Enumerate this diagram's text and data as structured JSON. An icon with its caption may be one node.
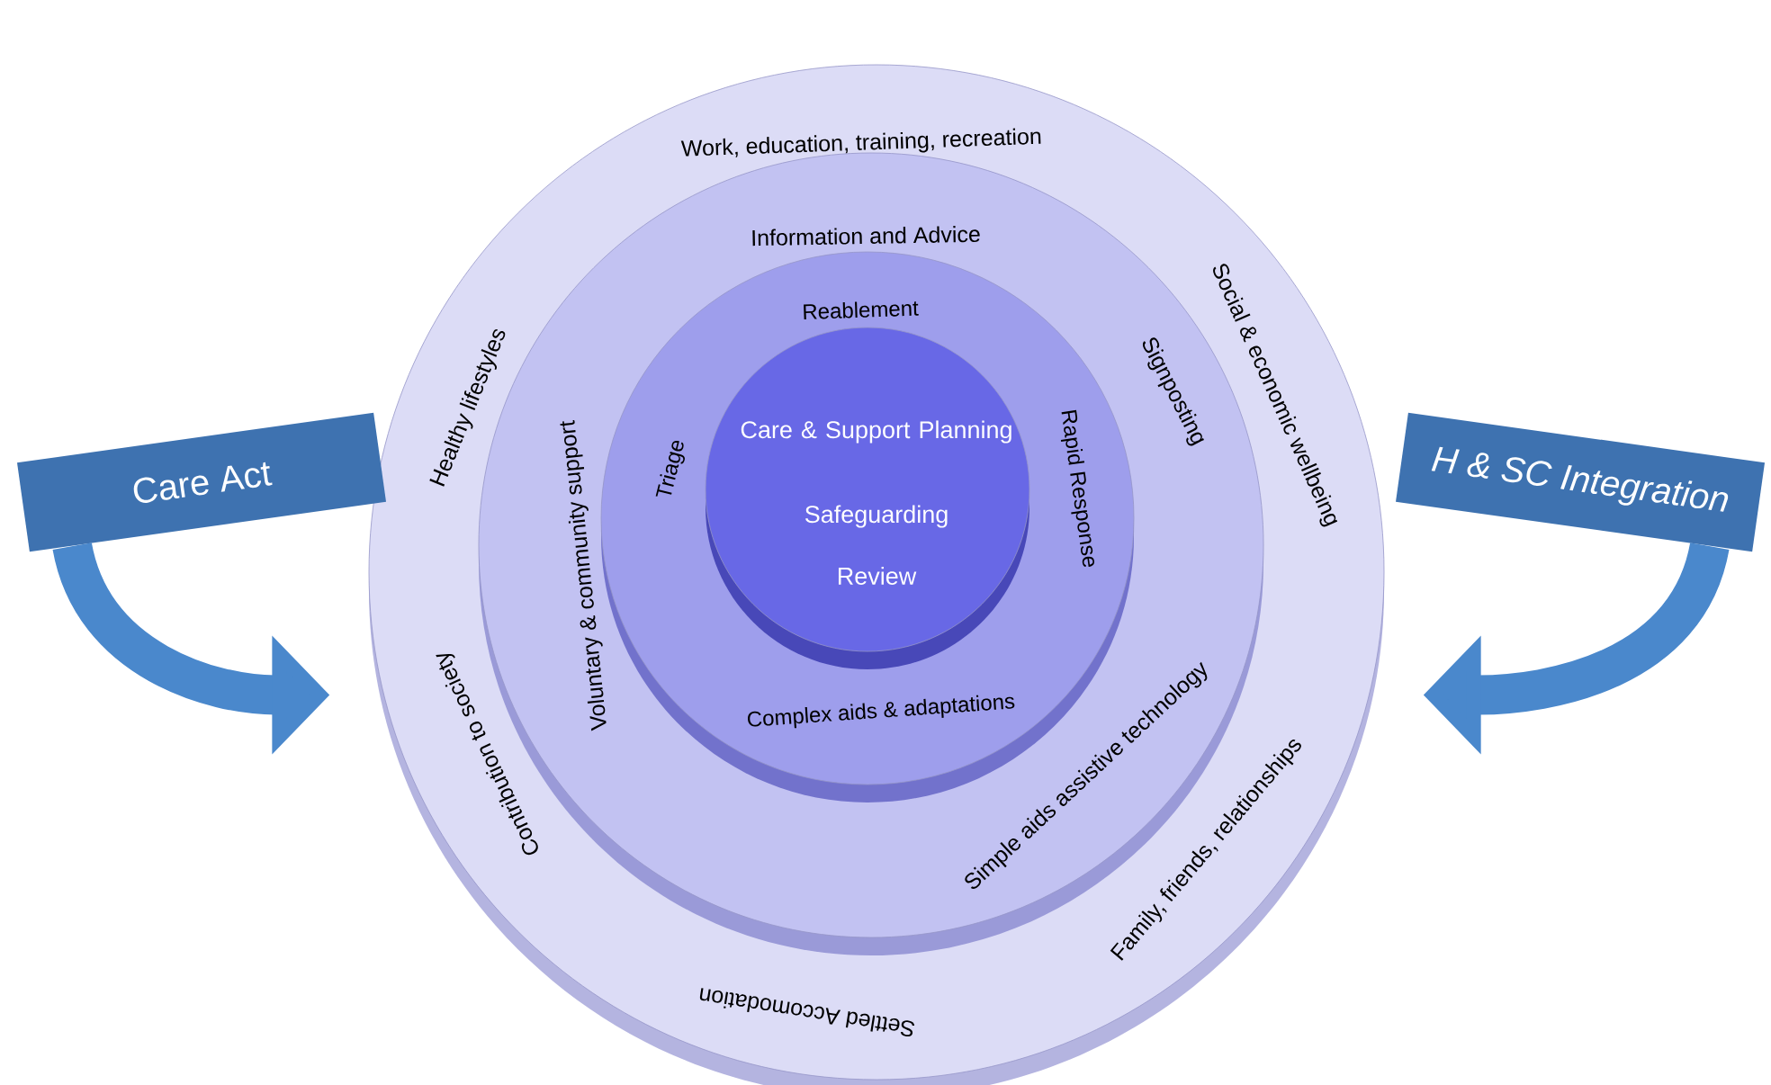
{
  "diagram": {
    "nodes": [
      {
        "text": [
          "Work, education, training, recreation",
          "Social & economic wellbeing",
          "Family, friends, relationships",
          "Settled Accomodation",
          "Contribution to society",
          "Healthy lifestyles"
        ]
      },
      {
        "text": [
          "Information and Advice",
          "Signposting",
          "Simple aids assistive technology",
          "Voluntary & community support"
        ],
        "in": 0
      },
      {
        "text": [
          "Reablement",
          "Rapid Response",
          "Complex aids & adaptations",
          "Triage"
        ],
        "in": 1
      },
      {
        "text": [
          "Care & Support Planning",
          "Safeguarding",
          "Review"
        ],
        "in": 2
      },
      {
        "text": [
          "Care Act"
        ]
      },
      {
        "text": [
          "H & SC Integration"
        ]
      }
    ],
    "edges": [
      {
        "from": 4,
        "to": 0,
        "arrow": "to"
      },
      {
        "from": 5,
        "to": 0,
        "arrow": "to"
      }
    ]
  }
}
